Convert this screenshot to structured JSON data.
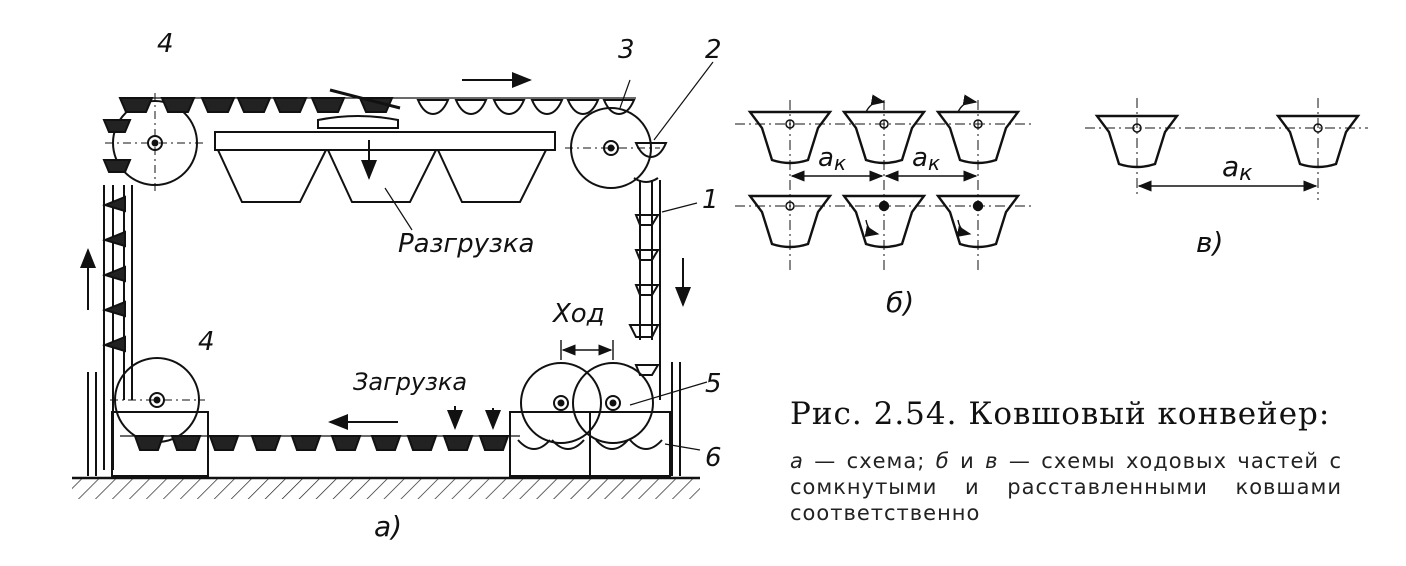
{
  "figure": {
    "labels": {
      "unload": "Разгрузка",
      "load": "Загрузка",
      "stroke": "Ход",
      "pitch": "a",
      "pitch_sub": "к"
    },
    "numbers": [
      "4",
      "3",
      "2",
      "1",
      "4",
      "5",
      "6"
    ],
    "subfigs": {
      "a": "а)",
      "b": "б)",
      "v": "в)"
    }
  },
  "caption": {
    "title": "Рис. 2.54. Ковшовый конвейер:",
    "a": "а",
    "dash1": " — схема; ",
    "b": "б",
    "and": " и ",
    "v": "в",
    "rest": " — схемы ходовых частей с сомкнутыми и расставленными ковшами соответственно"
  }
}
